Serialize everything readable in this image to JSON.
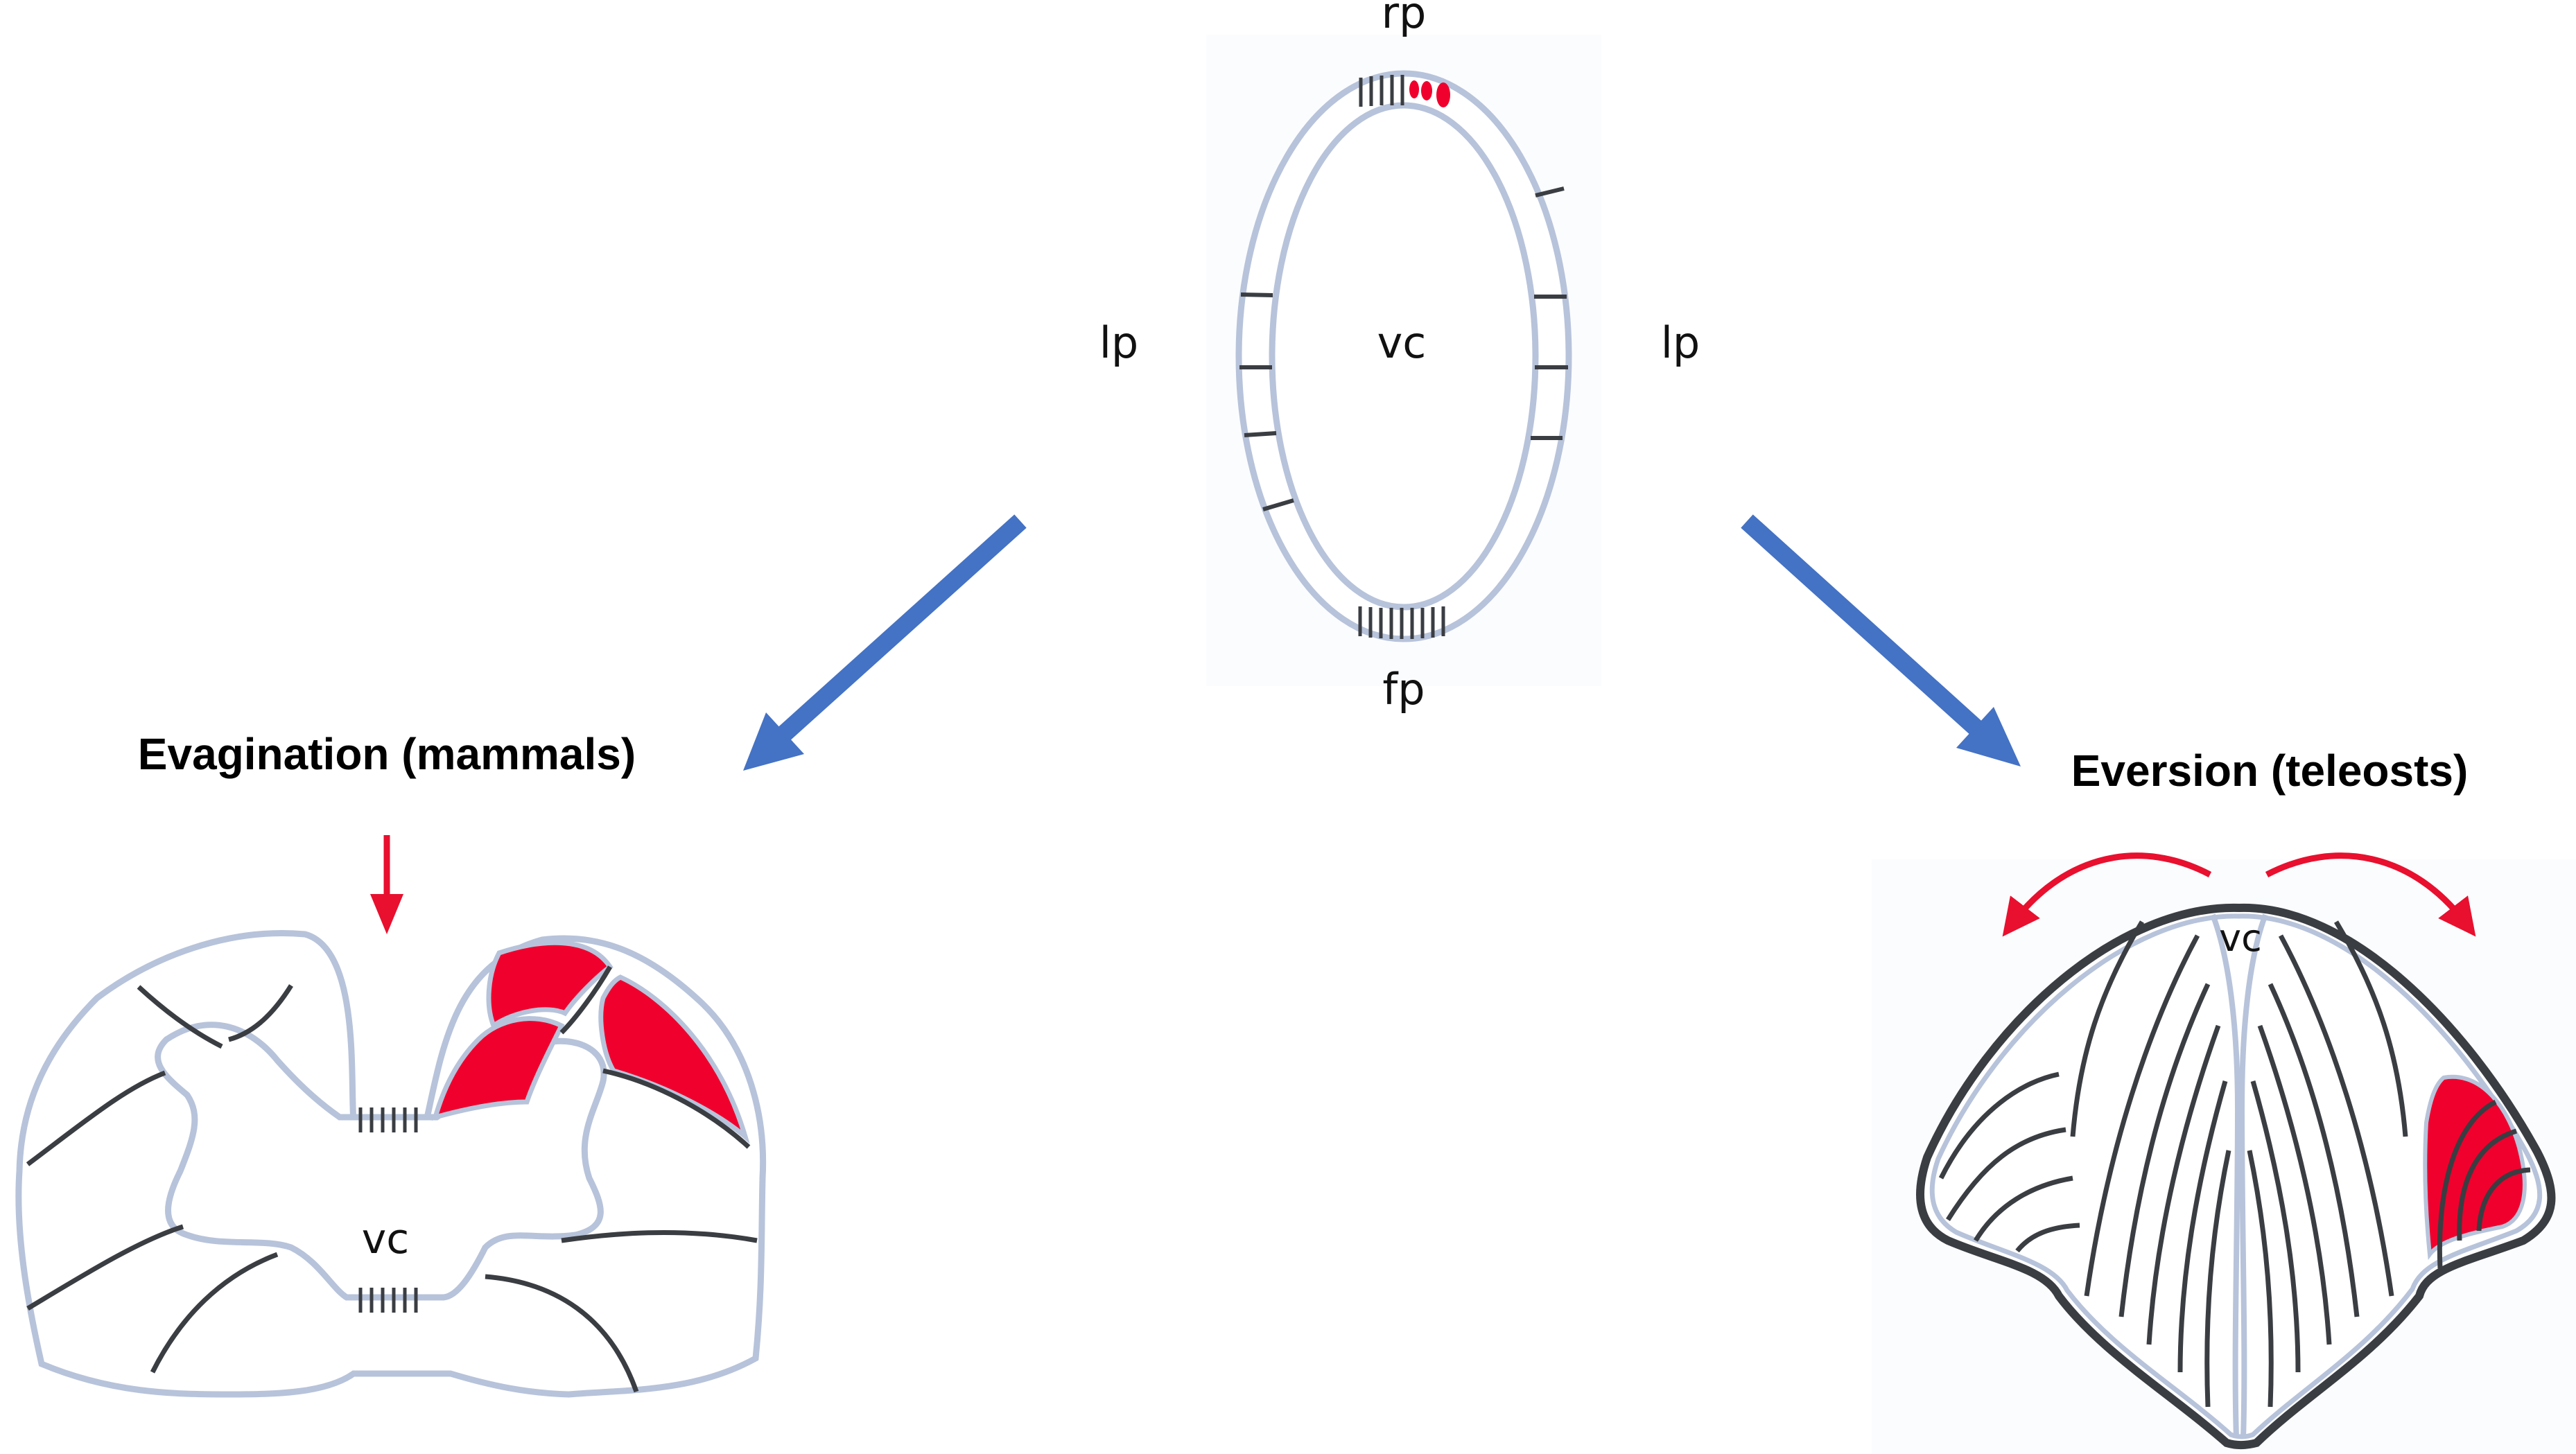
{
  "labels": {
    "roof_plate": "rp",
    "floor_plate": "fp",
    "lateral_plate_left": "lp",
    "lateral_plate_right": "lp",
    "ventricle_top": "vc",
    "ventricle_evagination": "vc",
    "ventricle_eversion": "vc"
  },
  "branches": {
    "evagination": "Evagination (mammals)",
    "eversion": "Eversion (teleosts)"
  },
  "colors": {
    "outline": "#b7c3da",
    "cell_wall": "#3a3d42",
    "highlight": "#f0002c",
    "flow_arrow": "#4472c4",
    "movement_arrow": "#e8102e"
  }
}
